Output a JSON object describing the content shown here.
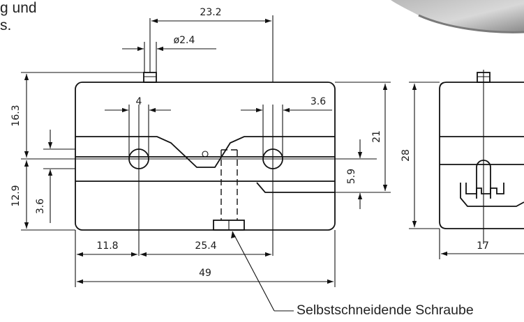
{
  "caption": {
    "line1": "g und",
    "line2": "s."
  },
  "callout_label": "Selbstschneidende Schraube",
  "dimensions": {
    "d_23_2": "23.2",
    "d_phi_2_4": "ø2.4",
    "d_4": "4",
    "d_3_6_top": "3.6",
    "d_16_3": "16.3",
    "d_21": "21",
    "d_12_9": "12.9",
    "d_3_6_left": "3.6",
    "d_5_9": "5.9",
    "d_11_8": "11.8",
    "d_25_4": "25.4",
    "d_49": "49",
    "d_28": "28",
    "d_17": "17"
  },
  "colors": {
    "line": "#111111",
    "background": "#ffffff",
    "photo_shade": "#8a8a8a"
  }
}
